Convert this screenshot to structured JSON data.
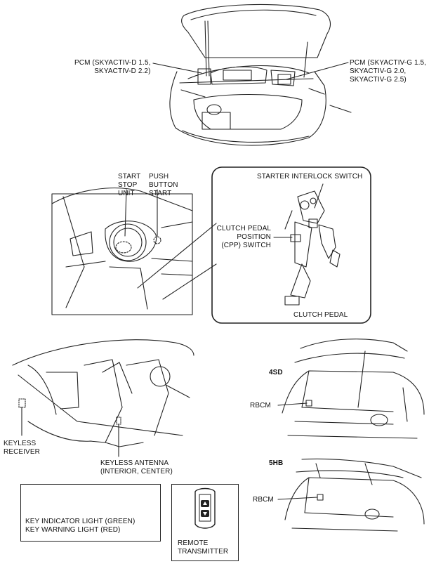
{
  "engine_bay": {
    "pcm_diesel": [
      "PCM (SKYACTIV-D 1.5,",
      "SKYACTIV-D 2.2)"
    ],
    "pcm_gasoline": [
      "PCM (SKYACTIV-G 1.5,",
      "SKYACTIV-G 2.0,",
      "SKYACTIV-G 2.5)"
    ]
  },
  "dashboard": {
    "start_stop_unit": [
      "START",
      "STOP",
      "UNIT"
    ],
    "push_button_start": [
      "PUSH",
      "BUTTON",
      "START"
    ]
  },
  "pedal_detail": {
    "starter_interlock": "STARTER INTERLOCK SWITCH",
    "cpp_switch": [
      "CLUTCH PEDAL",
      "POSITION",
      "(CPP) SWITCH"
    ],
    "clutch_pedal": "CLUTCH PEDAL"
  },
  "cabin": {
    "keyless_receiver": [
      "KEYLESS",
      "RECEIVER"
    ],
    "keyless_antenna": [
      "KEYLESS ANTENNA",
      "(INTERIOR, CENTER)"
    ]
  },
  "trunk_4sd": {
    "variant": "4SD",
    "rbcm": "RBCM"
  },
  "trunk_5hb": {
    "variant": "5HB",
    "rbcm": "RBCM"
  },
  "key_lights_box": {
    "line1": "KEY INDICATOR LIGHT (GREEN)",
    "line2": "KEY WARNING LIGHT (RED)"
  },
  "remote_box": {
    "line1": "REMOTE",
    "line2": "TRANSMITTER"
  }
}
